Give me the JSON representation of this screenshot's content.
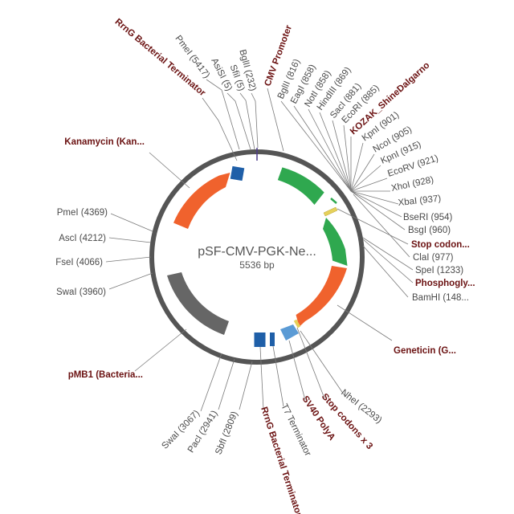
{
  "plasmid": {
    "name": "pSF-CMV-PGK-Ne...",
    "size": "5536 bp"
  },
  "colors": {
    "backbone": "#555555",
    "promoter": "#2fa84f",
    "resistance": "#f0622d",
    "origin": "#666666",
    "terminator": "#1f5fa8",
    "polya": "#5b9bd5",
    "stop_codon": "#e6d15a",
    "site_text": "#4a4a4a",
    "feature_text": "#6b1212"
  },
  "sites": [
    {
      "id": "bgliii-232",
      "text": "BglII (232)"
    },
    {
      "id": "sfii-5",
      "text": "SfiI (5)"
    },
    {
      "id": "asisi-5",
      "text": "AsiSI (5)"
    },
    {
      "id": "pmei-5417",
      "text": "PmeI (5417)"
    },
    {
      "id": "bglii-816",
      "text": "BglII (816)"
    },
    {
      "id": "eagi-858",
      "text": "EagI (858)"
    },
    {
      "id": "noti-858",
      "text": "NotI (858)"
    },
    {
      "id": "hindiii-869",
      "text": "HindIII (869)"
    },
    {
      "id": "saci-881",
      "text": "SacI (881)"
    },
    {
      "id": "ecori-885",
      "text": "EcoRI (885)"
    },
    {
      "id": "kpni-901",
      "text": "KpnI (901)"
    },
    {
      "id": "ncoi-905",
      "text": "NcoI (905)"
    },
    {
      "id": "kpni-915",
      "text": "KpnI (915)"
    },
    {
      "id": "ecorv-921",
      "text": "EcoRV (921)"
    },
    {
      "id": "xhoi-928",
      "text": "XhoI (928)"
    },
    {
      "id": "xbai-937",
      "text": "XbaI (937)"
    },
    {
      "id": "bseri-954",
      "text": "BseRI (954)"
    },
    {
      "id": "bsgi-960",
      "text": "BsgI (960)"
    },
    {
      "id": "clai-977",
      "text": "ClaI (977)"
    },
    {
      "id": "spei-1233",
      "text": "SpeI (1233)"
    },
    {
      "id": "bamhi-148",
      "text": "BamHI (148..."
    },
    {
      "id": "nhei-2293",
      "text": "NheI (2293)"
    },
    {
      "id": "sbfi-2809",
      "text": "SbfI (2809)"
    },
    {
      "id": "paci-2941",
      "text": "PacI (2941)"
    },
    {
      "id": "swai-3067",
      "text": "SwaI (3067)"
    },
    {
      "id": "swai-3960",
      "text": "SwaI (3960)"
    },
    {
      "id": "fsei-4066",
      "text": "FseI (4066)"
    },
    {
      "id": "asci-4212",
      "text": "AscI (4212)"
    },
    {
      "id": "pmei-4369",
      "text": "PmeI (4369)"
    }
  ],
  "features": [
    {
      "id": "rrng-top",
      "text": "RrnG Bacterial Terminator"
    },
    {
      "id": "cmv-promoter",
      "text": "CMV Promoter"
    },
    {
      "id": "kozak",
      "text": "KOZAK_ShineDalgarno"
    },
    {
      "id": "kanamycin",
      "text": "Kanamycin (Kan..."
    },
    {
      "id": "stop-codon-1",
      "text": "Stop codon..."
    },
    {
      "id": "phosphogly",
      "text": "Phosphogly..."
    },
    {
      "id": "geneticin",
      "text": "Geneticin (G..."
    },
    {
      "id": "stop-codons-3",
      "text": "Stop codons x 3"
    },
    {
      "id": "sv40-polya",
      "text": "SV40 PolyA"
    },
    {
      "id": "t7-terminator",
      "text": "T7 Terminator"
    },
    {
      "id": "rrng-bottom",
      "text": "RrnG Bacterial Terminator"
    },
    {
      "id": "pmb1",
      "text": "pMB1 (Bacteria..."
    }
  ]
}
